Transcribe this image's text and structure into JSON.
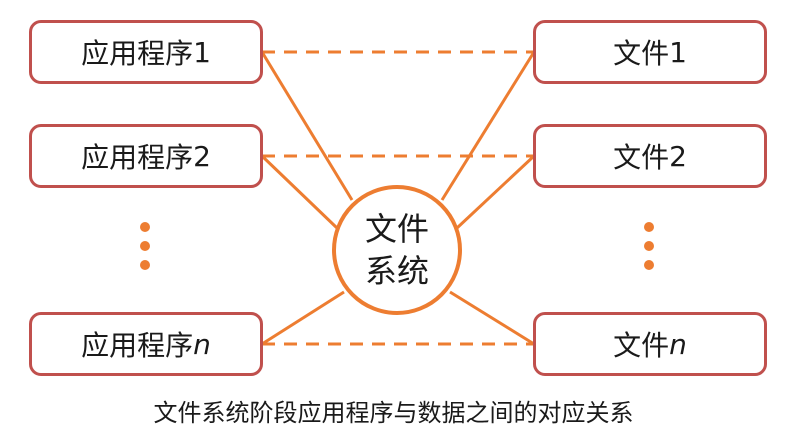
{
  "colors": {
    "box_border": "#c0504d",
    "line": "#ed7d31",
    "text": "#1a1a1a"
  },
  "apps": [
    {
      "label": "应用程序",
      "suffix": "1"
    },
    {
      "label": "应用程序",
      "suffix": "2"
    },
    {
      "label": "应用程序",
      "suffix": "n"
    }
  ],
  "files": [
    {
      "label": "文件",
      "suffix": "1"
    },
    {
      "label": "文件",
      "suffix": "2"
    },
    {
      "label": "文件",
      "suffix": "n"
    }
  ],
  "hub": {
    "line1": "文件",
    "line2": "系统"
  },
  "caption": "文件系统阶段应用程序与数据之间的对应关系"
}
